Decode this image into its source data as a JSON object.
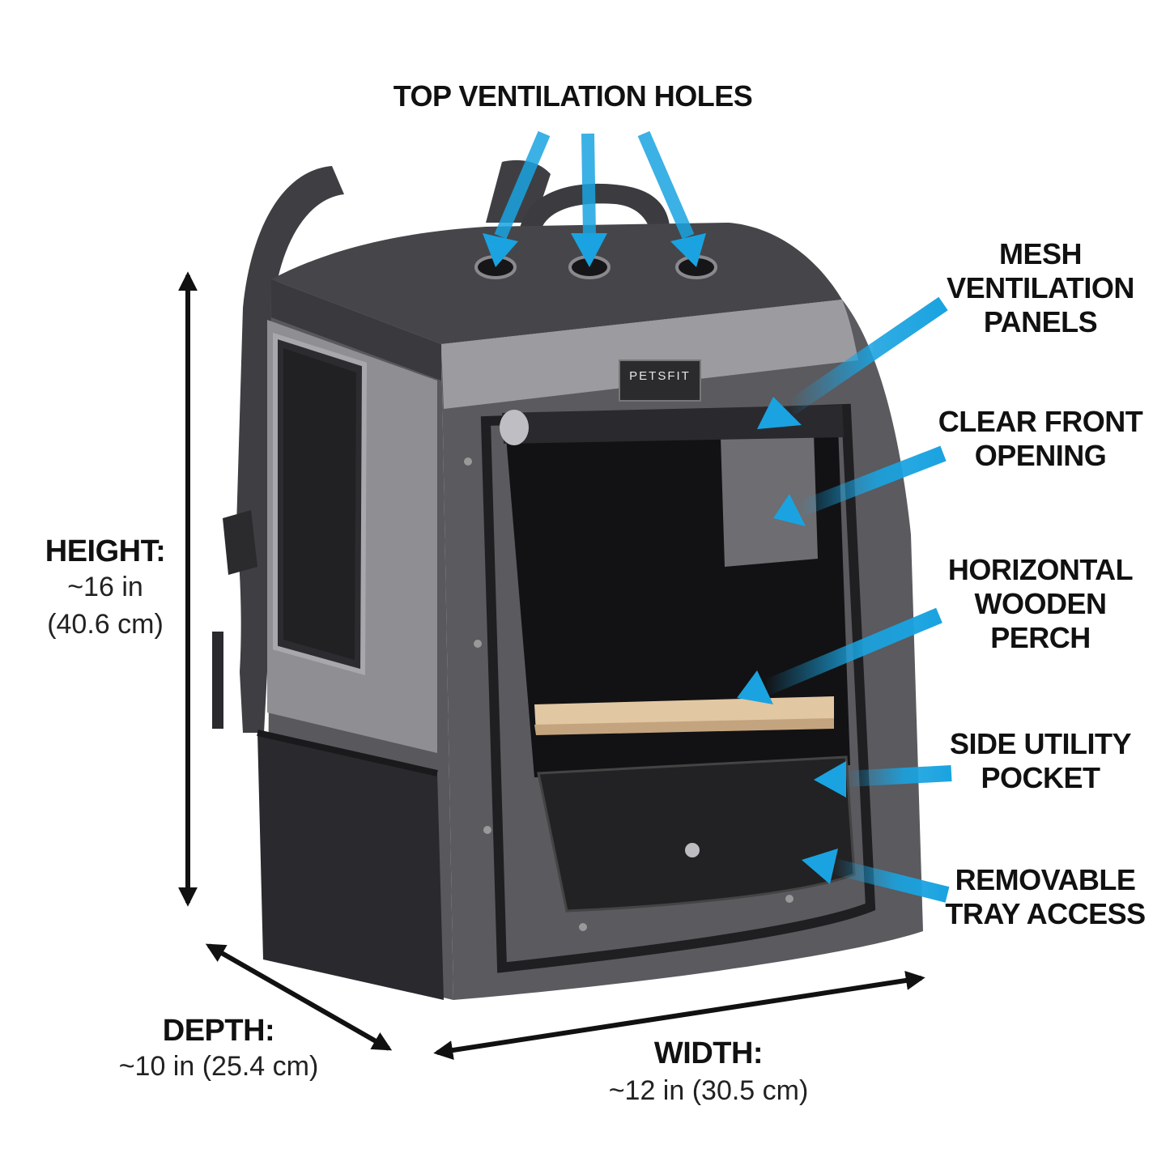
{
  "brand": "PETSFIT",
  "colors": {
    "arrow_blue": "#1aa3e0",
    "bag_dark": "#4b4b4f",
    "bag_mid": "#5e5e63",
    "panel_light": "#9a9a9e",
    "mesh": "#2a2a2d",
    "perch_wood": "#e2c7a3",
    "text": "#111111"
  },
  "callouts": {
    "top": [
      "TOP VENTILATION HOLES"
    ],
    "mesh": [
      "MESH",
      "VENTILATION",
      "PANELS"
    ],
    "front": [
      "CLEAR FRONT",
      "OPENING"
    ],
    "perch": [
      "HORIZONTAL",
      "WOODEN",
      "PERCH"
    ],
    "pocket": [
      "SIDE UTILITY",
      "POCKET"
    ],
    "tray": [
      "REMOVABLE",
      "TRAY ACCESS"
    ]
  },
  "dimensions": {
    "height": {
      "title": "HEIGHT:",
      "value_in": "~16 in",
      "value_cm": "(40.6 cm)"
    },
    "depth": {
      "title": "DEPTH:",
      "value": "~10 in (25.4 cm)"
    },
    "width": {
      "title": "WIDTH:",
      "value": "~12 in (30.5 cm)"
    }
  }
}
